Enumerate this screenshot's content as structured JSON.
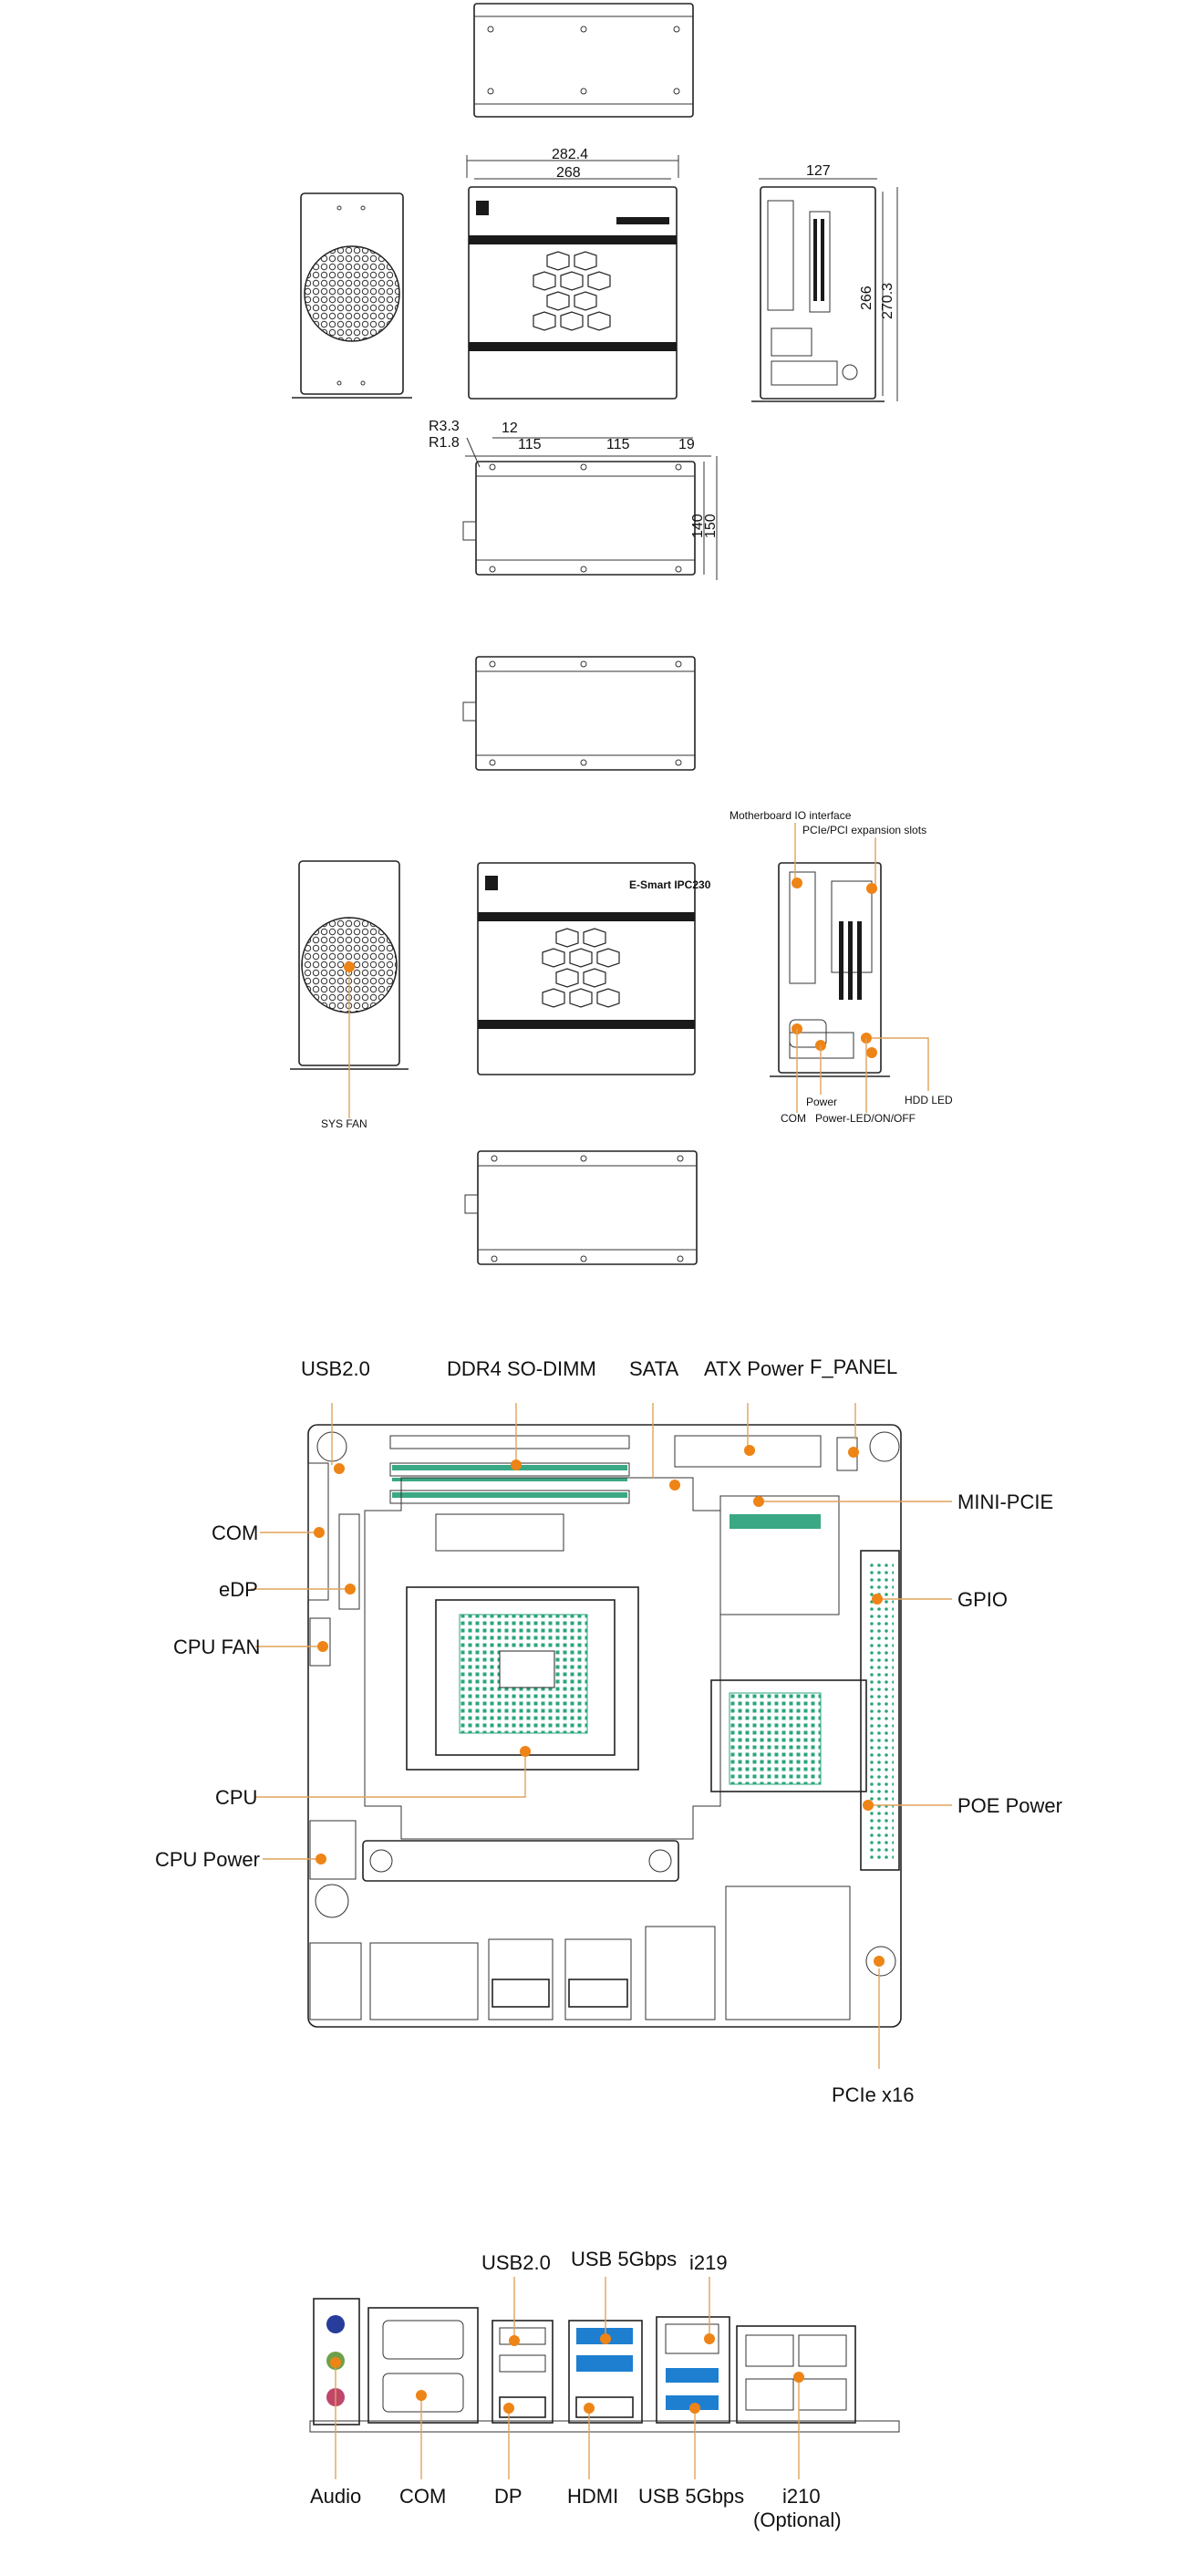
{
  "dimensions": {
    "width_outer": "282.4",
    "width_inner": "268",
    "depth": "127",
    "height_inner": "266",
    "height_outer": "270.3",
    "radius_outer": "R3.3",
    "radius_inner": "R1.8",
    "hole_offset": "12",
    "hole_span_1": "115",
    "hole_span_2": "115",
    "hole_end": "19",
    "bracket_inner": "140",
    "bracket_outer": "150"
  },
  "brand": "E-Smart IPC230",
  "chassis_callouts": {
    "io_interface": "Motherboard IO interface",
    "expansion_slots": "PCIe/PCI expansion slots",
    "sys_fan": "SYS FAN",
    "com": "COM",
    "power": "Power",
    "power_led": "Power-LED/ON/OFF",
    "hdd_led": "HDD LED"
  },
  "board_callouts": {
    "usb20": "USB2.0",
    "ddr4": "DDR4 SO-DIMM",
    "sata": "SATA",
    "atx_power": "ATX Power",
    "f_panel": "F_PANEL",
    "com": "COM",
    "mini_pcie": "MINI-PCIE",
    "edp": "eDP",
    "gpio": "GPIO",
    "cpu_fan": "CPU FAN",
    "cpu": "CPU",
    "poe_power": "POE Power",
    "cpu_power": "CPU Power",
    "pcie_x16": "PCIe x16"
  },
  "io_callouts": {
    "usb20": "USB2.0",
    "usb5_top": "USB 5Gbps",
    "i219": "i219",
    "audio": "Audio",
    "com": "COM",
    "dp": "DP",
    "hdmi": "HDMI",
    "usb5_bottom": "USB 5Gbps",
    "i210": "i210",
    "i210_note": "(Optional)"
  },
  "colors": {
    "callout_dot": "#ee8416",
    "leader": "#e1a35a",
    "trace": "#2aa57a",
    "usb3": "#1e7fd0"
  }
}
